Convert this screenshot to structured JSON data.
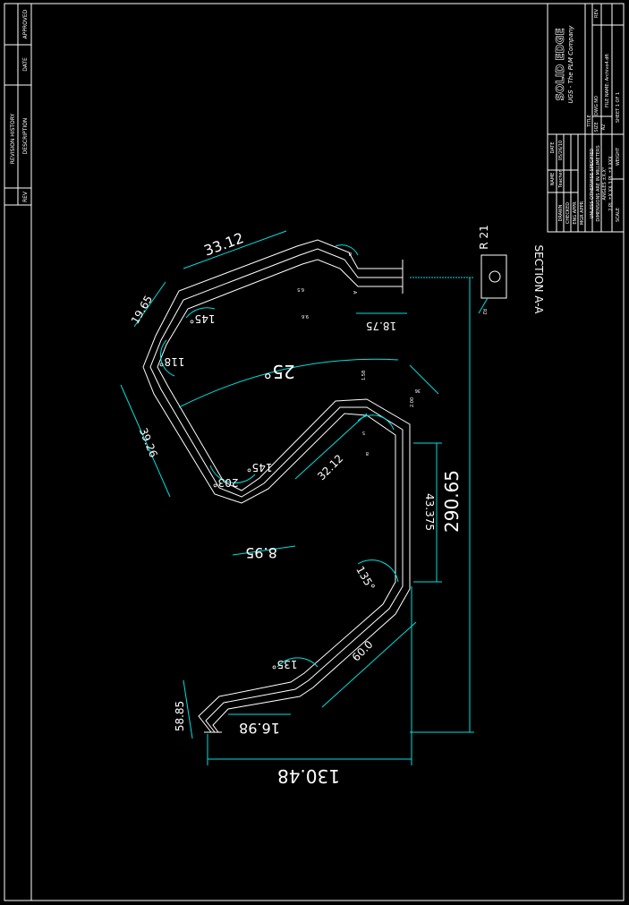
{
  "revision_block": {
    "title": "REVISION HISTORY",
    "rev": "REV",
    "description": "DESCRIPTION",
    "date": "DATE",
    "approved": "APPROVED"
  },
  "title_block": {
    "name": "NAME",
    "date": "DATE",
    "drawn": "DRAWN",
    "drawn_by": "Teacher",
    "drawn_date": "05/26/10",
    "checked": "CHECKED",
    "eng_appr": "ENG APPR",
    "mgr_appr": "MGR APPR",
    "tolerance_lines": [
      "UNLESS OTHERWISE SPECIFIED",
      "DIMENSIONS ARE IN MILLIMETERS",
      "ANGLES ±X.X°",
      "2 PL ±X.XX  3 PL ±X.XXX"
    ],
    "logo_main": "SOLID EDGE",
    "logo_sub": "UGS - The PLM Company",
    "title_label": "TITLE",
    "size_label": "SIZE",
    "size_value": "A2",
    "dwg_no_label": "DWG NO",
    "rev_label": "REV",
    "file_name": "FILE NAME: Archivo4.dft",
    "scale": "SCALE",
    "weight": "WEIGHT",
    "sheet": "SHEET 1 OF 1"
  },
  "dimensions": {
    "top_segment": "33.12",
    "upper_left_length": "19.65",
    "left_length": "39.26",
    "angle_main": "25°",
    "angle_145_a": "145°",
    "angle_118": "118°",
    "angle_145_b": "145°",
    "angle_203": "203°",
    "mid_segment": "32.12",
    "bottom_mid": "8.95",
    "vertical_length": "43.375",
    "overall_height": "290.65",
    "angle_135_a": "135°",
    "lower_segment": "60.0",
    "angle_135_b": "135°",
    "bottom_piece": "16.98",
    "end_length": "58.85",
    "overall_width": "130.48",
    "end_small": "18.75",
    "radius_r": "R 21",
    "section_label": "SECTION A-A",
    "small_b": "B",
    "small_a": "A",
    "r2": "R2",
    "small_5": "5",
    "small_8": "8",
    "dims_158": "1.58",
    "dims_200": "2.00",
    "dims_36": "36",
    "dims_96": "9.6",
    "dims_65": "6.5"
  },
  "colors": {
    "background": "#000000",
    "lines": "#ffffff",
    "dimension": "#00e0e0"
  }
}
